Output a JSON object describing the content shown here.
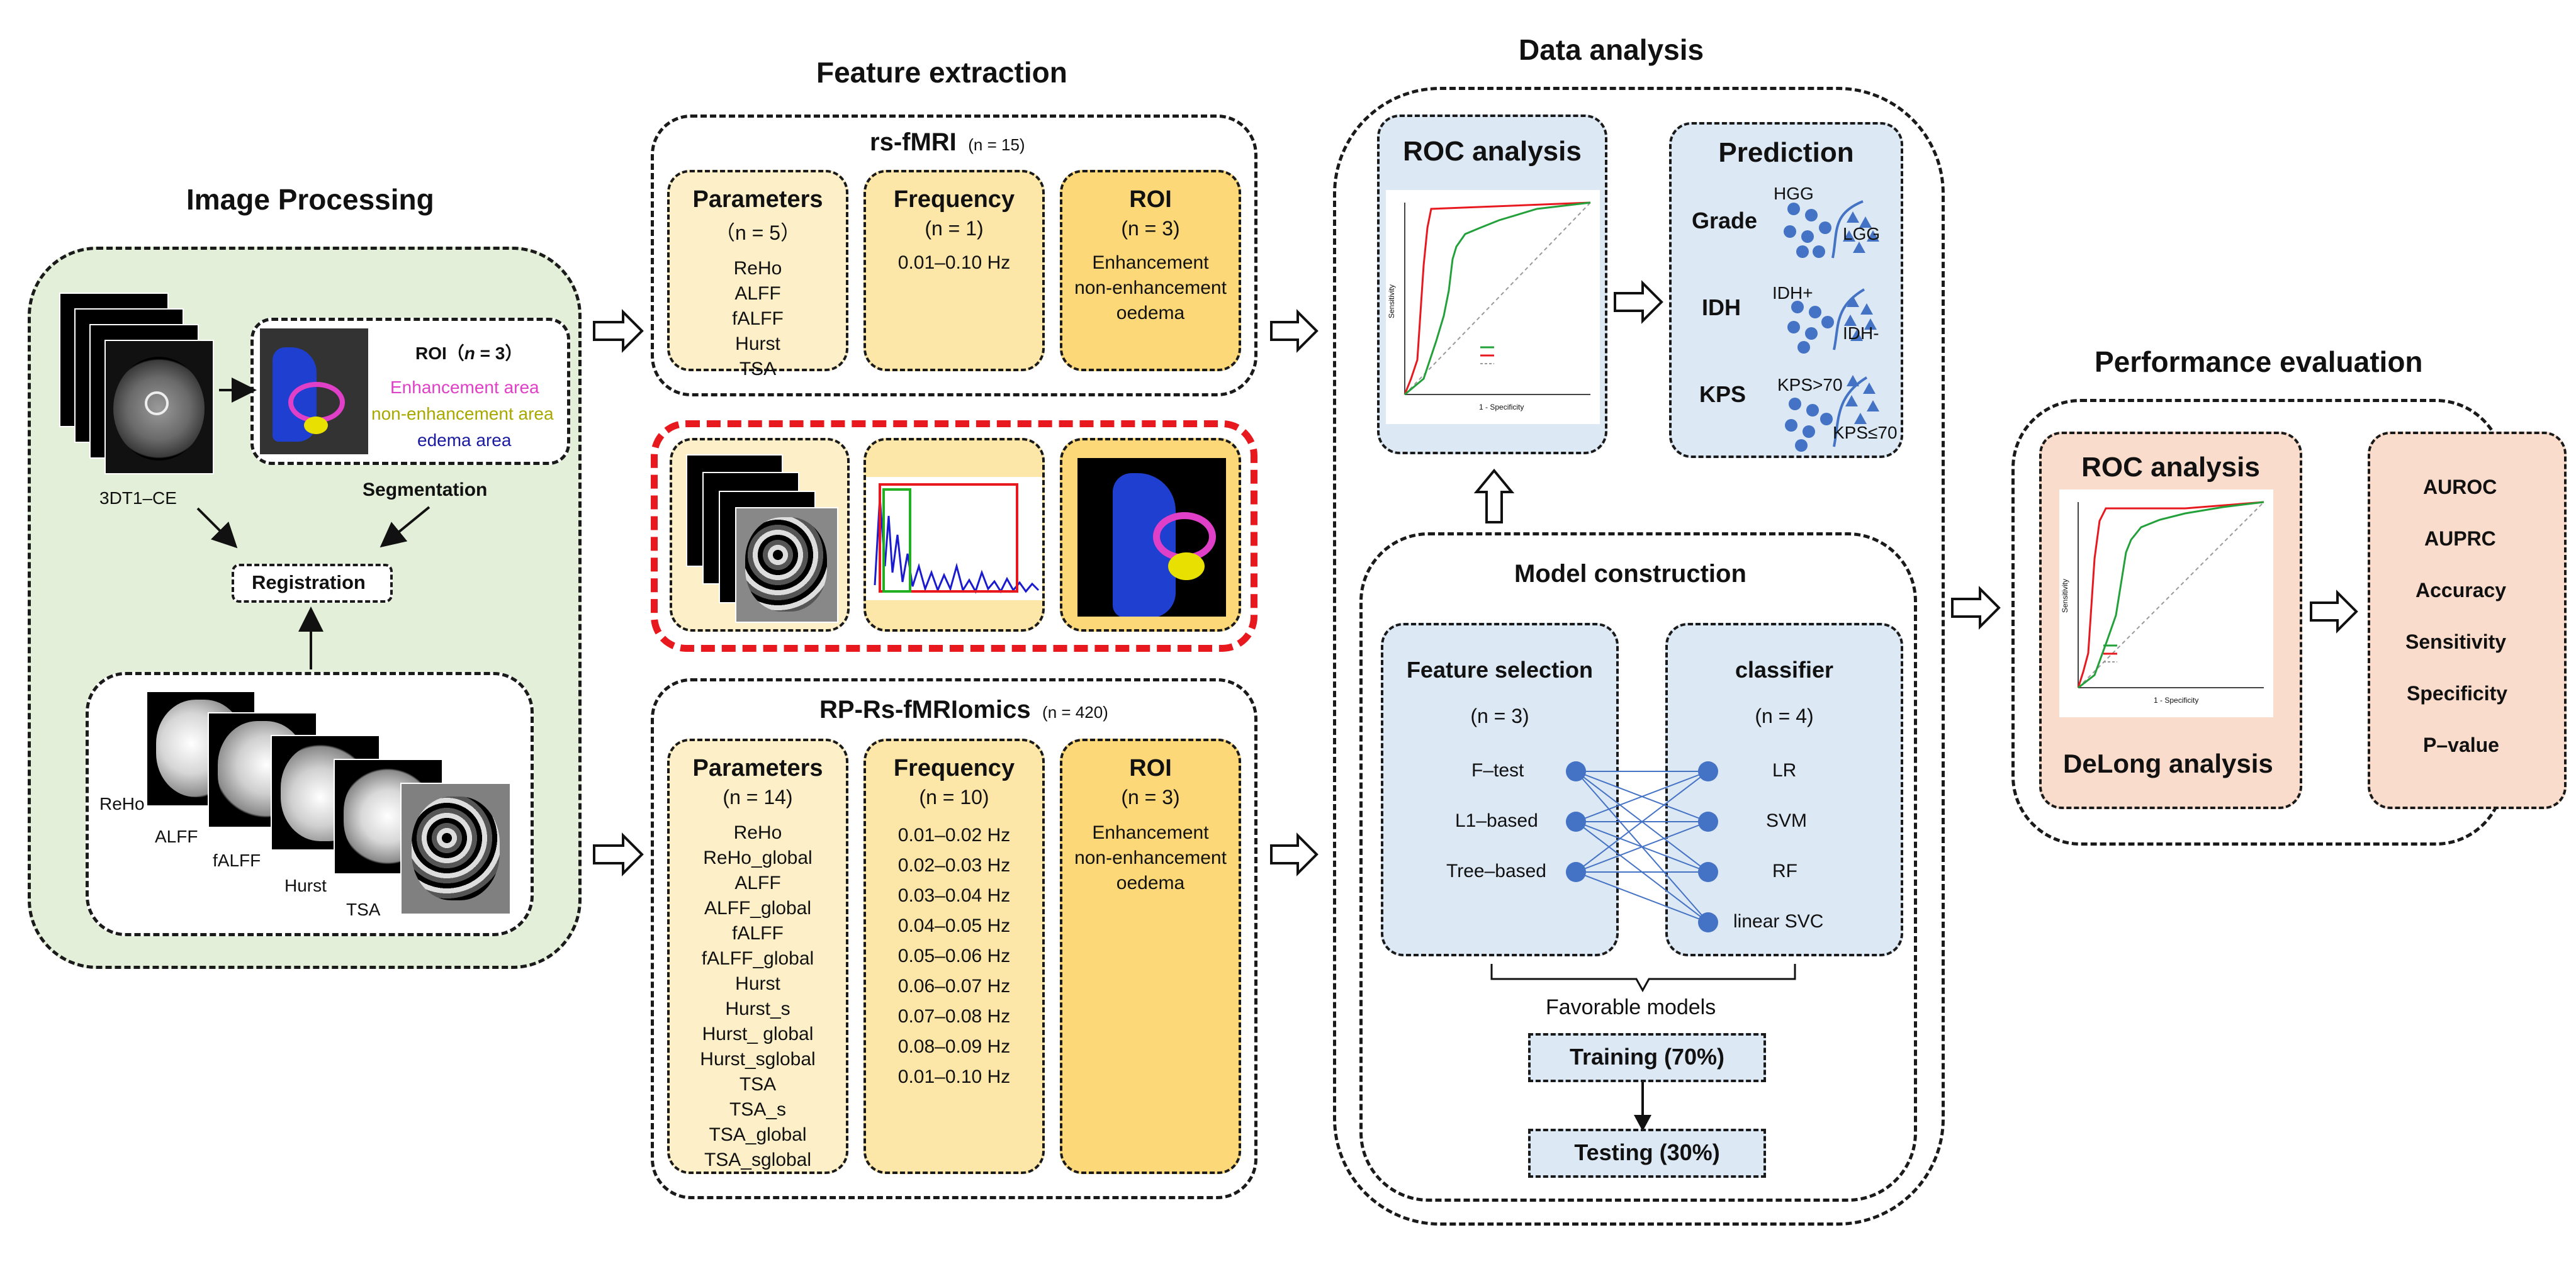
{
  "sections": {
    "image_processing": "Image Processing",
    "feature_extraction": "Feature extraction",
    "data_analysis": "Data analysis",
    "performance_evaluation": "Performance evaluation"
  },
  "image_processing": {
    "roi_title": "ROI（",
    "roi_n": "n",
    "roi_eq": " = 3）",
    "roi_areas": [
      "Enhancement area",
      "non-enhancement area",
      "edema area"
    ],
    "roi_area_colors": [
      "#e040c8",
      "#a8a800",
      "#1a1aa0"
    ],
    "scan_label": "3DT1–CE",
    "segmentation": "Segmentation",
    "registration": "Registration",
    "maps": [
      "ReHo",
      "ALFF",
      "fALFF",
      "Hurst",
      "TSA"
    ]
  },
  "rsfmri": {
    "title": "rs-fMRI",
    "n_label": "(n = 15)",
    "parameters": {
      "title": "Parameters",
      "n": "（n = 5）",
      "items": [
        "ReHo",
        "ALFF",
        "fALFF",
        "Hurst",
        "TSA"
      ]
    },
    "frequency": {
      "title": "Frequency",
      "n": "(n = 1)",
      "items": [
        "0.01–0.10 Hz"
      ]
    },
    "roi": {
      "title": "ROI",
      "n": "(n = 3)",
      "items": [
        "Enhancement",
        "non-enhancement",
        "oedema"
      ]
    }
  },
  "rprs": {
    "title": "RP-Rs-fMRIomics",
    "n_label": "(n = 420)",
    "parameters": {
      "title": "Parameters",
      "n": "(n = 14)",
      "items": [
        "ReHo",
        "ReHo_global",
        "ALFF",
        "ALFF_global",
        "fALFF",
        "fALFF_global",
        "Hurst",
        "Hurst_s",
        "Hurst_ global",
        "Hurst_sglobal",
        "TSA",
        "TSA_s",
        "TSA_global",
        "TSA_sglobal"
      ]
    },
    "frequency": {
      "title": "Frequency",
      "n": "(n = 10)",
      "items": [
        "0.01–0.02 Hz",
        "0.02–0.03 Hz",
        "0.03–0.04 Hz",
        "0.04–0.05 Hz",
        "0.05–0.06 Hz",
        "0.06–0.07 Hz",
        "0.07–0.08 Hz",
        "0.08–0.09 Hz",
        "0.01–0.10 Hz"
      ]
    },
    "roi": {
      "title": "ROI",
      "n": "(n = 3)",
      "items": [
        "Enhancement",
        "non-enhancement",
        "oedema"
      ]
    }
  },
  "data_analysis": {
    "roc_title": "ROC analysis",
    "roc_xlabel": "1 - Specificity",
    "roc_ylabel": "Sensitivity",
    "prediction_title": "Prediction",
    "predictions": [
      {
        "label": "Grade",
        "upper": "HGG",
        "lower": "LGG"
      },
      {
        "label": "IDH",
        "upper": "IDH+",
        "lower": "IDH-"
      },
      {
        "label": "KPS",
        "upper": "KPS>70",
        "lower": "KPS≤70"
      }
    ],
    "model_title": "Model construction",
    "feature_selection": {
      "title": "Feature selection",
      "n": "(n = 3)",
      "items": [
        "F–test",
        "L1–based",
        "Tree–based"
      ]
    },
    "classifier": {
      "title": "classifier",
      "n": "(n = 4)",
      "items": [
        "LR",
        "SVM",
        "RF",
        "linear SVC"
      ]
    },
    "favorable": "Favorable models",
    "training": "Training (70%)",
    "testing": "Testing (30%)"
  },
  "performance": {
    "roc_title": "ROC analysis",
    "delong": "DeLong analysis",
    "roc_xlabel": "1 - Specificity",
    "roc_ylabel": "Sensitivity",
    "metrics": [
      "AUROC",
      "AUPRC",
      "Accuracy",
      "Sensitivity",
      "Specificity",
      "P–value"
    ]
  },
  "colors": {
    "green_panel": "#e4efd9",
    "blue_panel": "#dce8f4",
    "peach_panel": "#f9dccb",
    "yellow_light": "#fdf0c9",
    "yellow_mid": "#fce7a8",
    "yellow_dark": "#fcd878",
    "dot_blue": "#4472c4",
    "red_dashed": "#e8191e"
  }
}
